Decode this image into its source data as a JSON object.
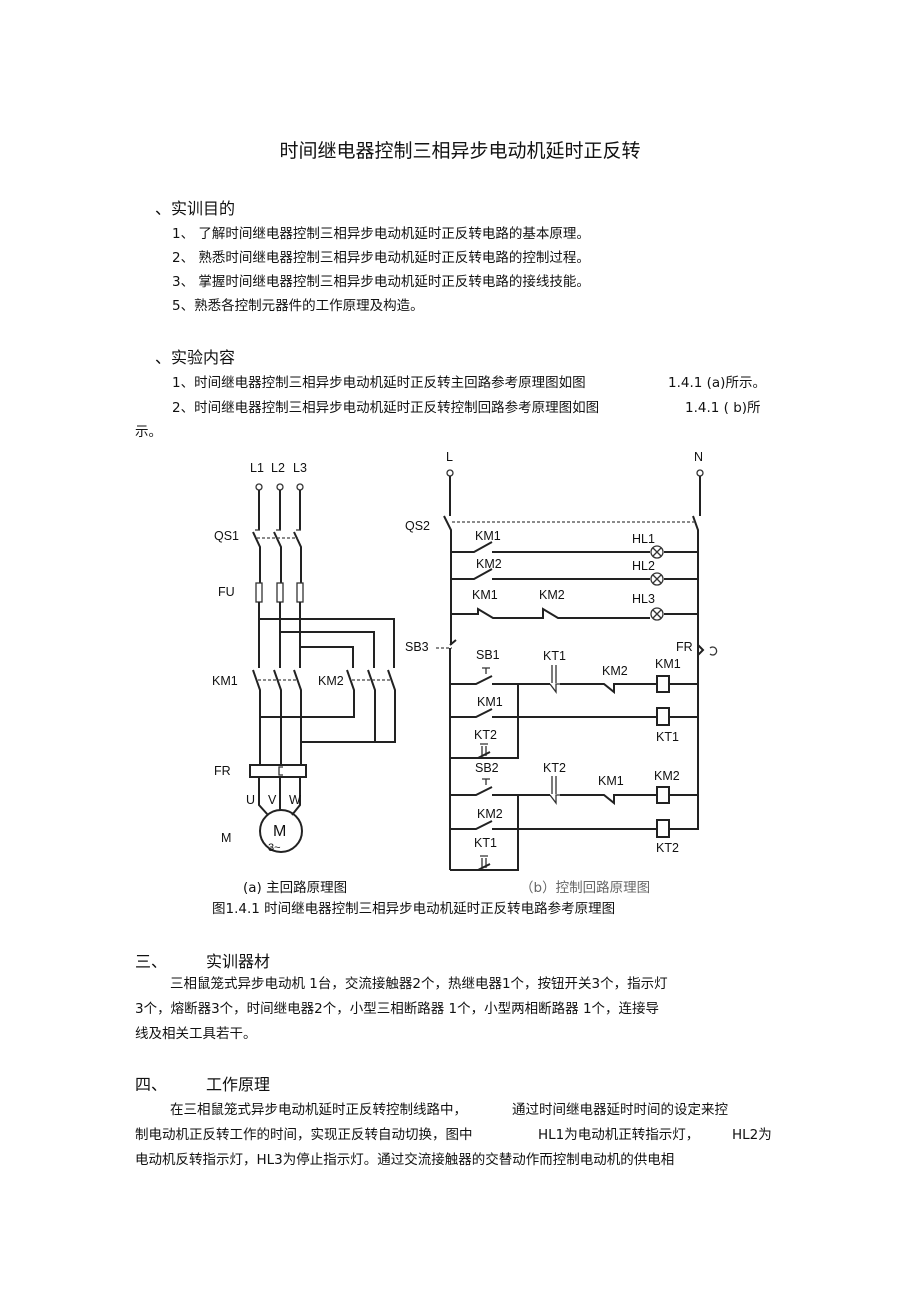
{
  "title": "时间继电器控制三相异步电动机延时正反转",
  "sections": {
    "s1": {
      "heading": "、实训目的",
      "items": [
        "1、    了解时间继电器控制三相异步电动机延时正反转电路的基本原理。",
        "2、    熟悉时间继电器控制三相异步电动机延时正反转电路的控制过程。",
        "3、    掌握时间继电器控制三相异步电动机延时正反转电路的接线技能。",
        "5、熟悉各控制元器件的工作原理及构造。"
      ]
    },
    "s2": {
      "heading": "、实验内容",
      "items": [
        "1、时间继电器控制三相异步电动机延时正反转主回路参考原理图如图",
        "1.4.1   (a)所示。",
        "2、时间继电器控制三相异步电动机延时正反转控制回路参考原理图如图",
        "1.4.1 ( b)所",
        "示。"
      ]
    },
    "s3": {
      "num": "三、",
      "heading": "实训器材",
      "lines": [
        "三相鼠笼式异步电动机  1台，交流接触器2个，热继电器1个，按钮开关3个，指示灯",
        "3个，熔断器3个，时间继电器2个，小型三相断路器  1个，小型两相断路器  1个，连接导",
        "线及相关工具若干。"
      ]
    },
    "s4": {
      "num": "四、",
      "heading": "工作原理",
      "lines": [
        "在三相鼠笼式异步电动机延时正反转控制线路中，",
        "通过时间继电器延时时间的设定来控",
        "制电动机正反转工作的时间，实现正反转自动切换，图中",
        "HL1为电动机正转指示灯，",
        "HL2为",
        "电动机反转指示灯，HL3为停止指示灯。通过交流接触器的交替动作而控制电动机的供电相"
      ]
    }
  },
  "figure": {
    "main": {
      "L1": "L1",
      "L2": "L2",
      "L3": "L3",
      "QS1": "QS1",
      "FU": "FU",
      "KM1": "KM1",
      "KM2": "KM2",
      "FR": "FR",
      "U": "U",
      "V": "V",
      "W": "W",
      "M": "M",
      "motor_M": "M",
      "motor_3": "3~"
    },
    "control": {
      "L": "L",
      "N": "N",
      "QS2": "QS2",
      "HL1": "HL1",
      "HL2": "HL2",
      "HL3": "HL3",
      "SB3": "SB3",
      "FR": "FR",
      "SB1": "SB1",
      "SB2": "SB2",
      "r1_km1": "KM1",
      "r2_km2": "KM2",
      "r3_km1": "KM1",
      "r3_km2": "KM2",
      "kt1_c": "KT1",
      "km2_nc": "KM2",
      "km1_coil": "KM1",
      "km1_aux": "KM1",
      "kt2_aux": "KT2",
      "kt1_coil": "KT1",
      "kt2_c": "KT2",
      "km1_nc": "KM1",
      "km2_coil": "KM2",
      "km2_aux": "KM2",
      "kt1_aux": "KT1",
      "kt2_coil": "KT2"
    },
    "caption_a": "(a) 主回路原理图",
    "caption_b": "（b）控制回路原理图",
    "caption": "图1.4.1      时间继电器控制三相异步电动机延时正反转电路参考原理图"
  }
}
